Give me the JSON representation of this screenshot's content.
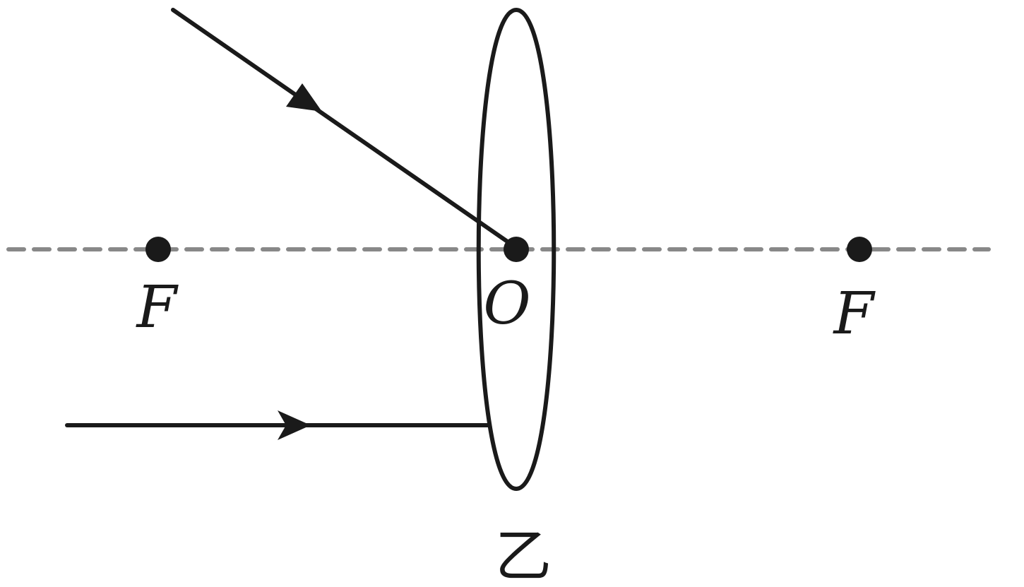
{
  "diagram": {
    "labels": {
      "focus_left": "F",
      "center": "O",
      "focus_right": "F",
      "caption": "乙"
    },
    "colors": {
      "ink": "#1a1a1a",
      "axis": "#888888",
      "background": "#ffffff"
    }
  }
}
